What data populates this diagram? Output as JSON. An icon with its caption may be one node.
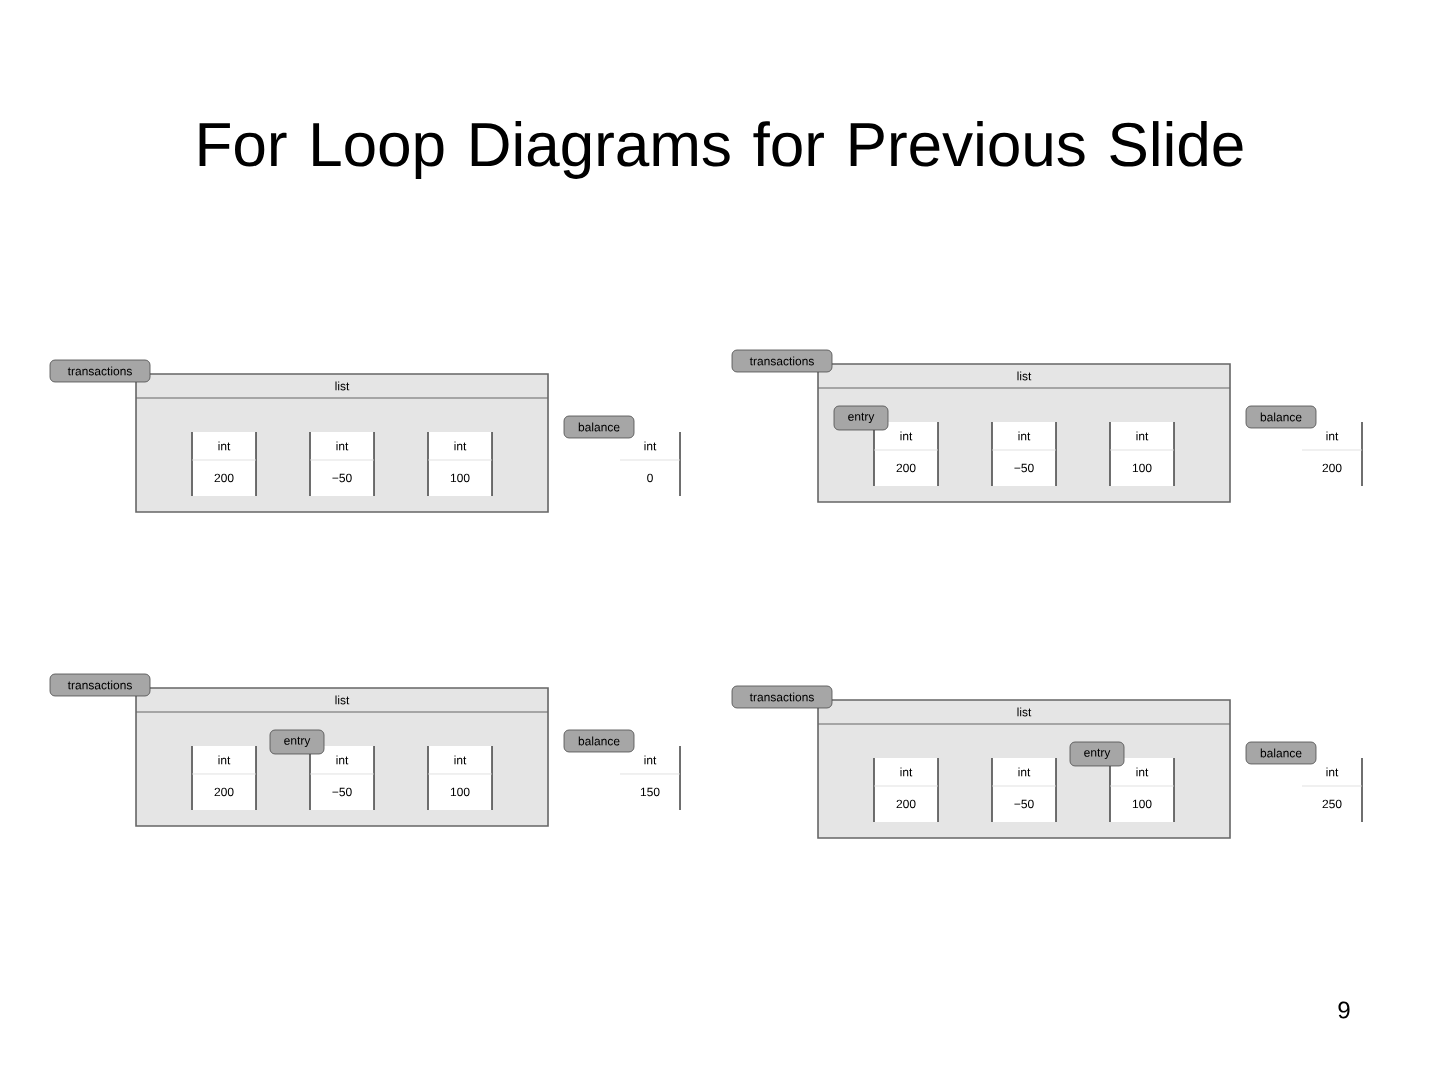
{
  "diagram": {
    "title": "For Loop Diagrams for Previous Slide",
    "nodes": [
      {
        "text": [
          "transactions"
        ]
      },
      {
        "text": [
          "list"
        ]
      },
      {
        "text": [
          "int",
          "200"
        ],
        "in": 1
      },
      {
        "text": [
          "int",
          "−50"
        ],
        "in": 1
      },
      {
        "text": [
          "int",
          "100"
        ],
        "in": 1
      },
      {
        "text": [
          "balance"
        ]
      },
      {
        "text": [
          "int",
          "0"
        ]
      },
      {
        "text": [
          "transactions"
        ]
      },
      {
        "text": [
          "list"
        ]
      },
      {
        "text": [
          "entry"
        ],
        "in": 8
      },
      {
        "text": [
          "int",
          "200"
        ],
        "in": 8
      },
      {
        "text": [
          "int",
          "−50"
        ],
        "in": 8
      },
      {
        "text": [
          "int",
          "100"
        ],
        "in": 8
      },
      {
        "text": [
          "balance"
        ]
      },
      {
        "text": [
          "int",
          "200"
        ]
      },
      {
        "text": [
          "transactions"
        ]
      },
      {
        "text": [
          "list"
        ]
      },
      {
        "text": [
          "entry"
        ],
        "in": 16
      },
      {
        "text": [
          "int",
          "200"
        ],
        "in": 16
      },
      {
        "text": [
          "int",
          "−50"
        ],
        "in": 16
      },
      {
        "text": [
          "int",
          "100"
        ],
        "in": 16
      },
      {
        "text": [
          "balance"
        ]
      },
      {
        "text": [
          "int",
          "150"
        ]
      },
      {
        "text": [
          "transactions"
        ]
      },
      {
        "text": [
          "list"
        ]
      },
      {
        "text": [
          "entry"
        ],
        "in": 24
      },
      {
        "text": [
          "int",
          "200"
        ],
        "in": 24
      },
      {
        "text": [
          "int",
          "−50"
        ],
        "in": 24
      },
      {
        "text": [
          "int",
          "100"
        ],
        "in": 24
      },
      {
        "text": [
          "balance"
        ]
      },
      {
        "text": [
          "int",
          "250"
        ]
      }
    ],
    "labels": [
      "9"
    ]
  }
}
